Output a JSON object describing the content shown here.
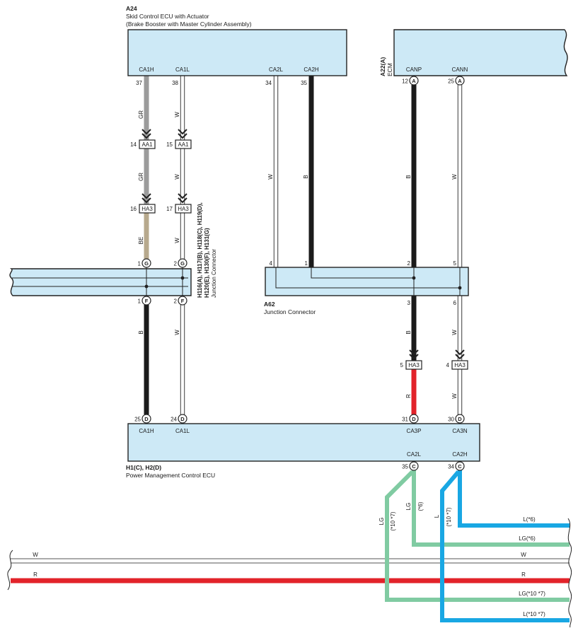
{
  "a24": {
    "id": "A24",
    "name": "Skid Control ECU with Actuator",
    "subtitle": "(Brake Booster with Master Cylinder Assembly)",
    "terminals": [
      "CA1H",
      "CA1L",
      "CA2L",
      "CA2H"
    ],
    "pins": [
      "37",
      "38",
      "34",
      "35"
    ]
  },
  "a22": {
    "id": "A22(A)",
    "name": "ECM",
    "terminals": [
      "CANP",
      "CANN"
    ],
    "pins": [
      "12",
      "25"
    ],
    "connector": "A"
  },
  "junction_h116": {
    "title_lines": [
      "H116(A), H117(B), H118(C), H119(D),",
      "H120(E), H130(F), H131(G)",
      "Junction Connector"
    ],
    "top_pins": [
      "1",
      "2"
    ],
    "top_connector": "G",
    "bottom_pins": [
      "1",
      "2"
    ],
    "bottom_connector": "F"
  },
  "a62": {
    "id": "A62",
    "name": "Junction Connector",
    "top_pins": [
      "4",
      "1",
      "2",
      "5"
    ],
    "bottom_pins": [
      "3",
      "6"
    ]
  },
  "h1": {
    "id": "H1(C), H2(D)",
    "name": "Power Management Control ECU",
    "top_terminals": [
      "CA1H",
      "CA1L",
      "CA3P",
      "CA3N"
    ],
    "top_pins": [
      "25",
      "24",
      "31",
      "30"
    ],
    "top_connector": "D",
    "bottom_terminals": [
      "CA2L",
      "CA2H"
    ],
    "bottom_pins": [
      "35",
      "34"
    ],
    "bottom_connector": "C"
  },
  "inline_connectors": [
    {
      "pin": "14",
      "name": "AA1"
    },
    {
      "pin": "15",
      "name": "AA1"
    },
    {
      "pin": "16",
      "name": "HA3"
    },
    {
      "pin": "17",
      "name": "HA3"
    },
    {
      "pin": "5",
      "name": "HA3"
    },
    {
      "pin": "4",
      "name": "HA3"
    }
  ],
  "wire_labels": [
    "GR",
    "W",
    "GR",
    "W",
    "BE",
    "W",
    "W",
    "B",
    "B",
    "W",
    "B",
    "W",
    "B",
    "W",
    "R",
    "W"
  ],
  "harness": {
    "branch_labels": [
      "LG",
      "(*10 *7)",
      "LG",
      "(*6)",
      "L",
      "(*10 *7)"
    ],
    "right_labels": [
      "L(*6)",
      "LG(*6)",
      "W",
      "R",
      "LG(*10 *7)",
      "L(*10 *7)"
    ],
    "left_labels": [
      "W",
      "R"
    ]
  },
  "wire_colors": {
    "GR": "#9b9b9b",
    "W": "#ffffff",
    "BE": "#b7a98d",
    "B": "#1b1b1b",
    "R": "#e2232a",
    "LG": "#80cba2",
    "L": "#19a7e3"
  },
  "colors": {
    "box_fill": "#cde9f6",
    "outline": "#222222",
    "wire_outline": "#555555",
    "pin_fill": "#ffffff"
  }
}
